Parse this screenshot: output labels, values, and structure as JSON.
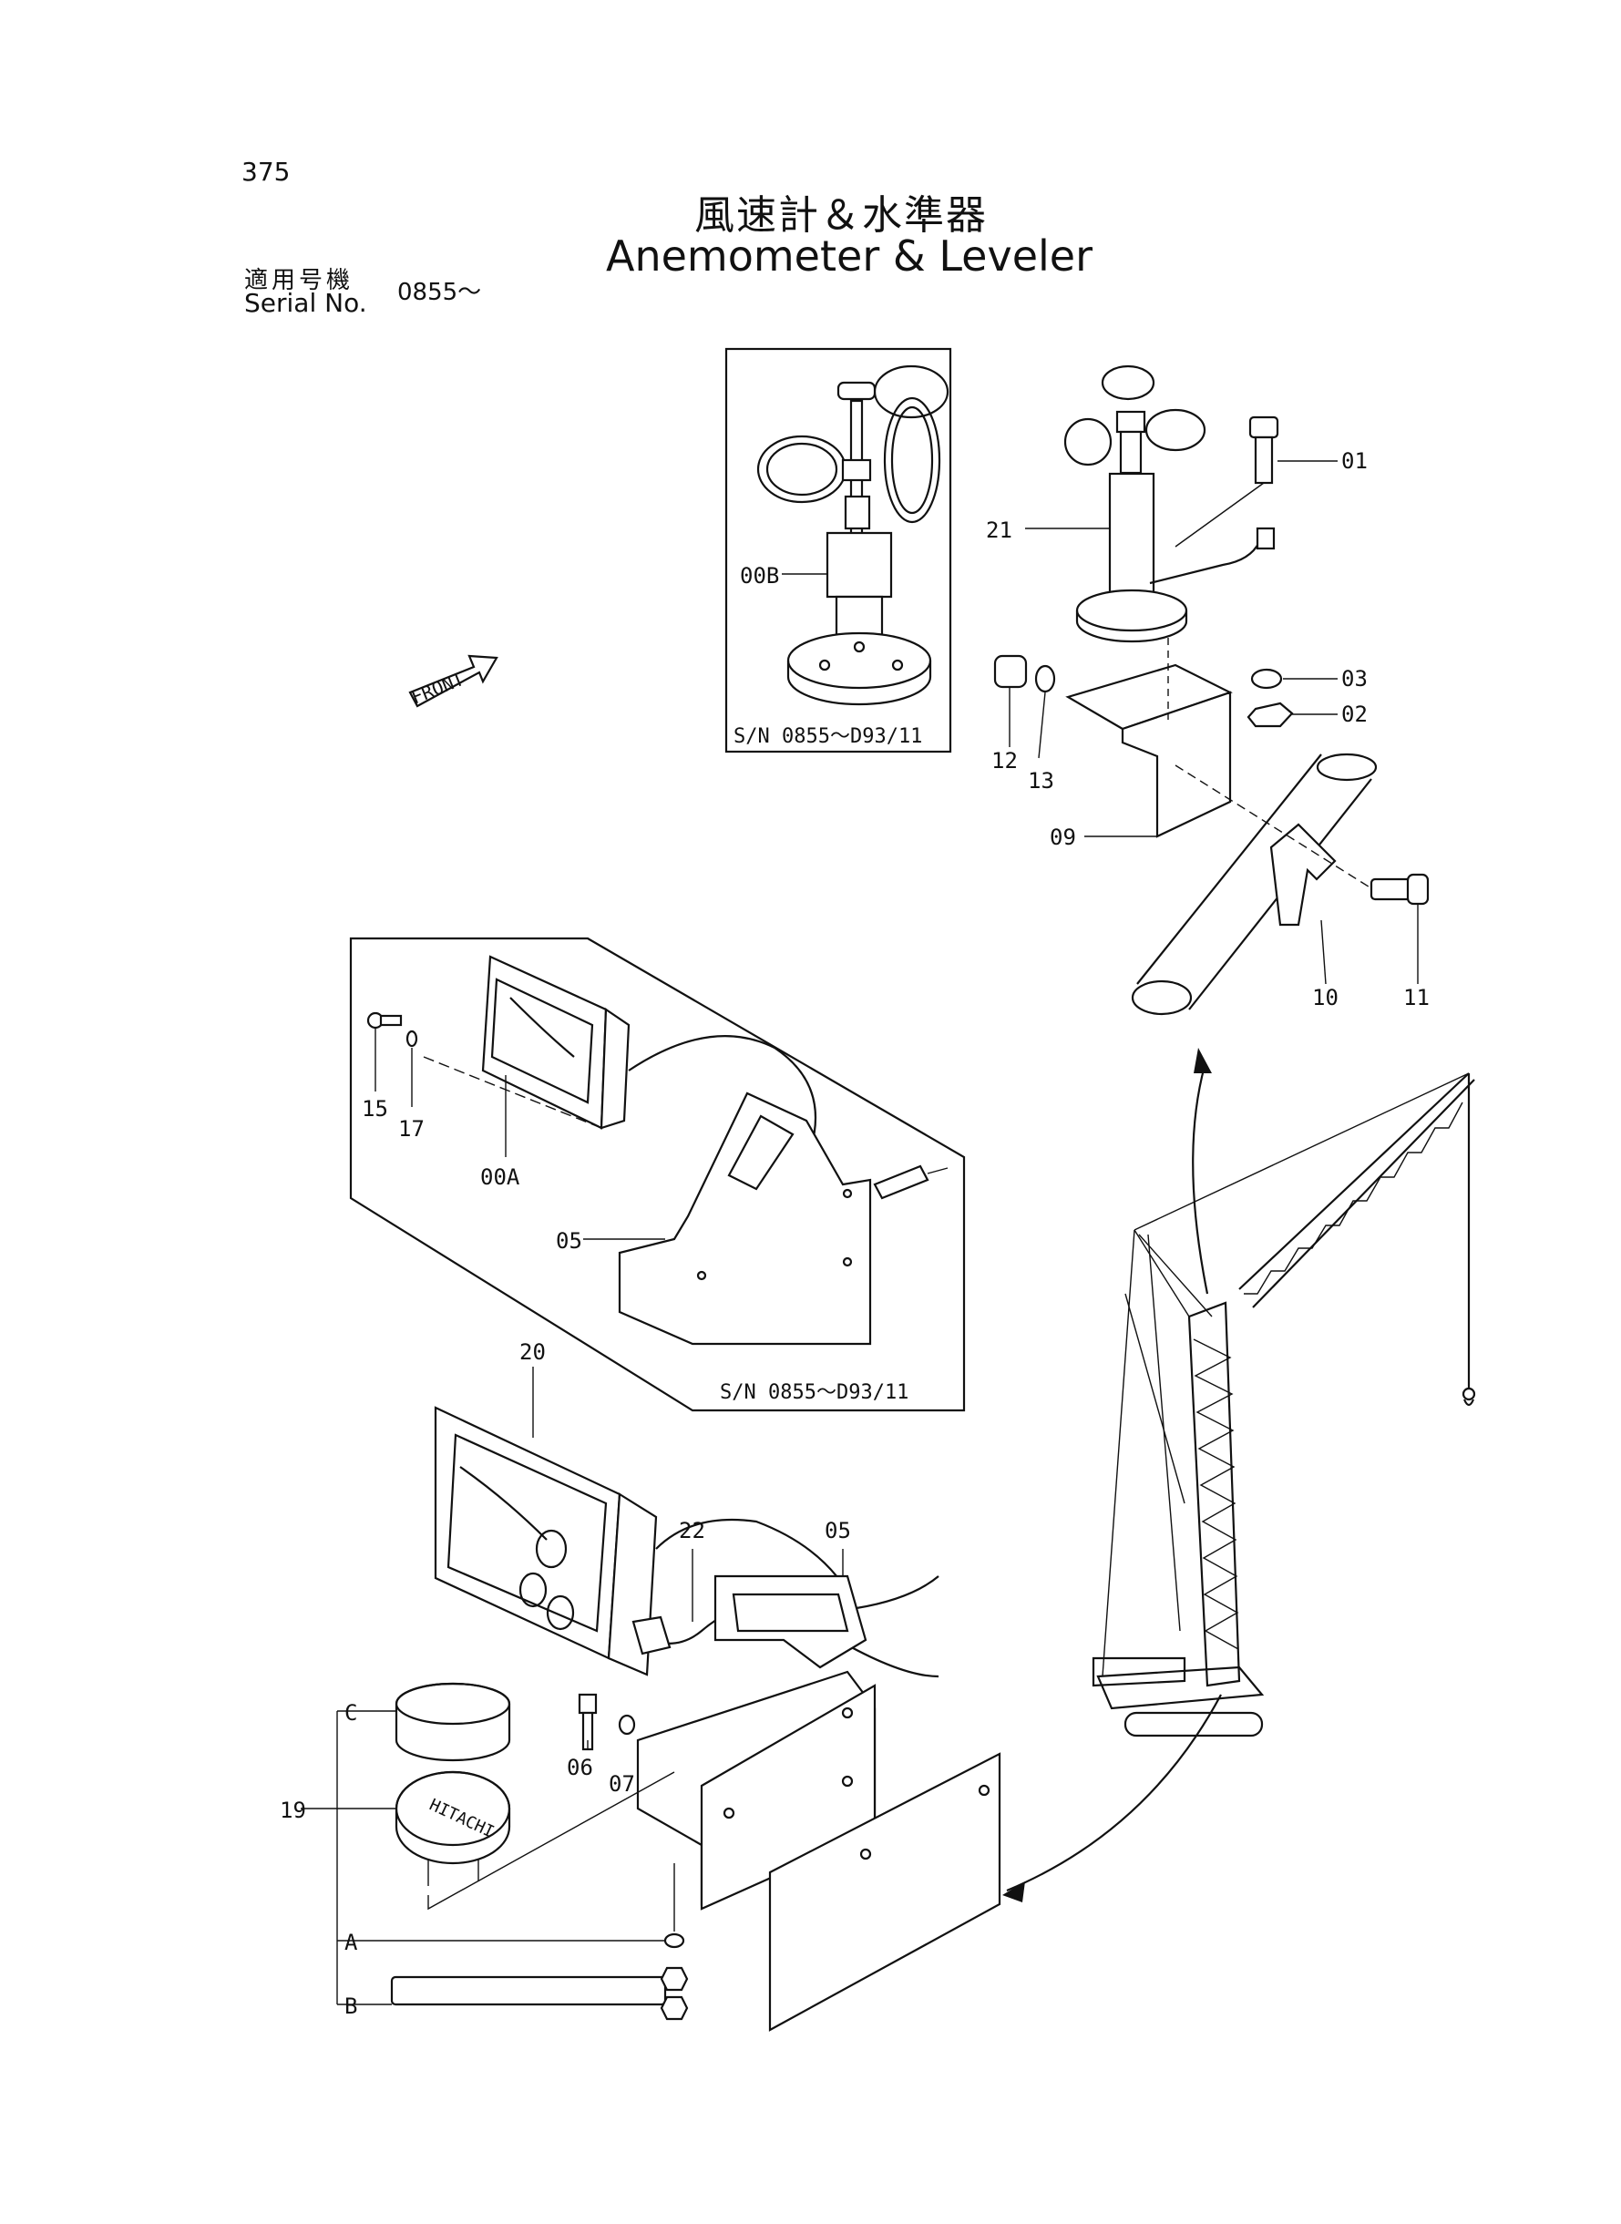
{
  "header": {
    "page_number": "375",
    "title_jp": "風速計＆水準器",
    "title_en": "Anemometer & Leveler",
    "serial_label_jp": "適用号機",
    "serial_label_en": "Serial No.",
    "serial_value": "0855～"
  },
  "front_arrow_label": "FRONT",
  "callouts": {
    "c01": "01",
    "c02": "02",
    "c03": "03",
    "c05a": "05",
    "c05b": "05",
    "c06": "06",
    "c07": "07",
    "c09": "09",
    "c10": "10",
    "c11": "11",
    "c12": "12",
    "c13": "13",
    "c15": "15",
    "c17": "17",
    "c19": "19",
    "c20": "20",
    "c21": "21",
    "c22": "22",
    "c00A": "00A",
    "c00B": "00B",
    "cA": "A",
    "cB": "B",
    "cC": "C"
  },
  "inset_notes": {
    "anemometer_sn": "S/N 0855～D93/11",
    "indicator_sn": "S/N 0855～D93/11"
  },
  "logo_text": "HITACHI"
}
